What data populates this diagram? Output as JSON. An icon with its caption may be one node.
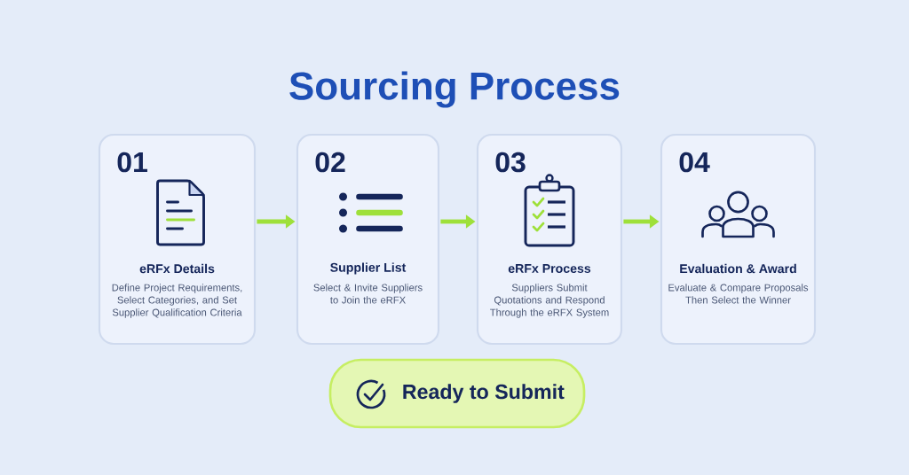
{
  "diagram": {
    "title": "Sourcing Process",
    "nodes": [
      {
        "text": [
          "01",
          "eRFx Details",
          "Define Project Requirements, Select Categories, and Set Supplier Qualification Criteria"
        ]
      },
      {
        "text": [
          "02",
          "Supplier List",
          "Select & Invite Suppliers to Join the eRFX"
        ]
      },
      {
        "text": [
          "03",
          "eRFx Process",
          "Suppliers Submit Quotations and Respond Through the eRFX System"
        ]
      },
      {
        "text": [
          "04",
          "Evaluation & Award",
          "Evaluate & Compare Proposals Then Select the Winner"
        ]
      },
      {
        "text": [
          "Ready to Submit"
        ]
      }
    ],
    "edges": [
      {
        "from": 0,
        "to": 1,
        "arrow": "to"
      },
      {
        "from": 1,
        "to": 2,
        "arrow": "to"
      },
      {
        "from": 2,
        "to": 3,
        "arrow": "to"
      }
    ]
  }
}
